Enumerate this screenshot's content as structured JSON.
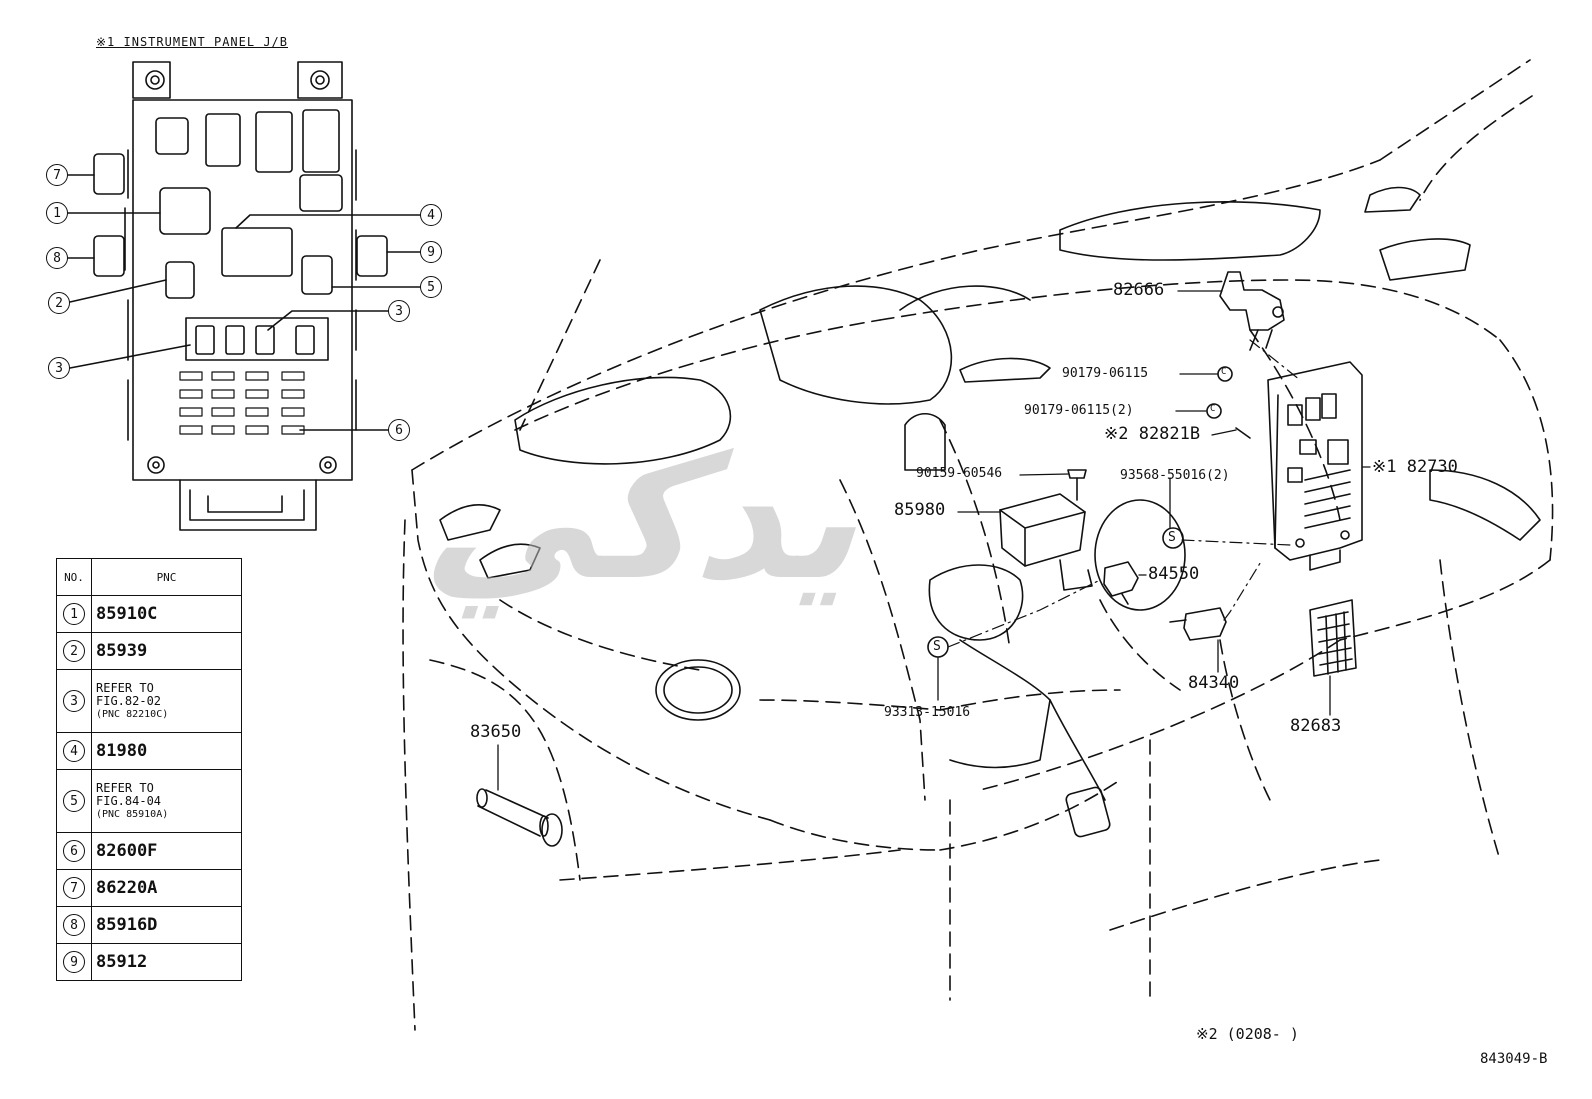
{
  "inset": {
    "title": "※1 INSTRUMENT PANEL J/B",
    "callouts": [
      "7",
      "1",
      "8",
      "2",
      "3",
      "4",
      "9",
      "5",
      "3",
      "6"
    ]
  },
  "table": {
    "headers": {
      "no": "NO.",
      "pnc": "PNC"
    },
    "rows": [
      {
        "no": "1",
        "pnc": [
          "85910C"
        ]
      },
      {
        "no": "2",
        "pnc": [
          "85939"
        ]
      },
      {
        "no": "3",
        "pnc": [
          "REFER TO",
          "FIG.82-02",
          "(PNC 82210C)"
        ]
      },
      {
        "no": "4",
        "pnc": [
          "81980"
        ]
      },
      {
        "no": "5",
        "pnc": [
          "REFER TO",
          "FIG.84-04",
          "(PNC 85910A)"
        ]
      },
      {
        "no": "6",
        "pnc": [
          "82600F"
        ]
      },
      {
        "no": "7",
        "pnc": [
          "86220A"
        ]
      },
      {
        "no": "8",
        "pnc": [
          "85916D"
        ]
      },
      {
        "no": "9",
        "pnc": [
          "85912"
        ]
      }
    ]
  },
  "parts": {
    "p82666": "82666",
    "p90179a": "90179-06115",
    "p90179b": "90179-06115(2)",
    "p82821b": "※2 82821B",
    "p90159": "90159-60546",
    "p93568": "93568-55016(2)",
    "p85980": "85980",
    "p82730": "※1 82730",
    "p84550": "84550",
    "p84340": "84340",
    "p82683": "82683",
    "p93313": "93313-15016",
    "p83650": "83650",
    "s_mark": "S",
    "c_mark": "C"
  },
  "footer": {
    "note": "※2 (0208-     )",
    "figure_code": "843049-B"
  },
  "watermark": "ﻳﺪﻛﻲ"
}
